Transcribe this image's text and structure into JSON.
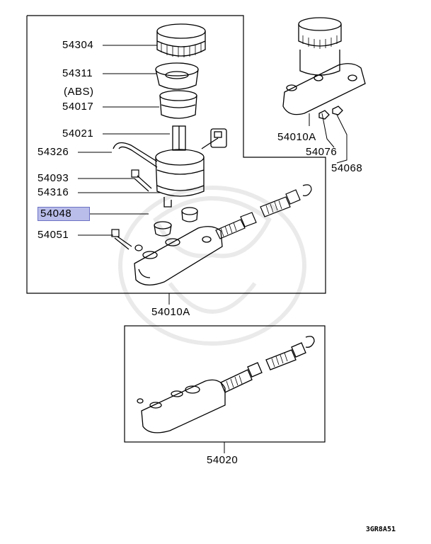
{
  "labels": {
    "p54304": "54304",
    "p54311": "54311",
    "abs_note": "(ABS)",
    "p54017": "54017",
    "p54021": "54021",
    "p54326": "54326",
    "p54093": "54093",
    "p54316": "54316",
    "p54048": "54048",
    "p54051": "54051",
    "p54010A_main": "54010A",
    "p54010A_inset": "54010A",
    "p54076": "54076",
    "p54068": "54068",
    "p54020": "54020"
  },
  "highlighted_part": "54048",
  "footer_code": "3GR8A51",
  "colors": {
    "highlight_fill": "#b9bde9",
    "highlight_border": "#6c72c4",
    "line": "#000000"
  }
}
